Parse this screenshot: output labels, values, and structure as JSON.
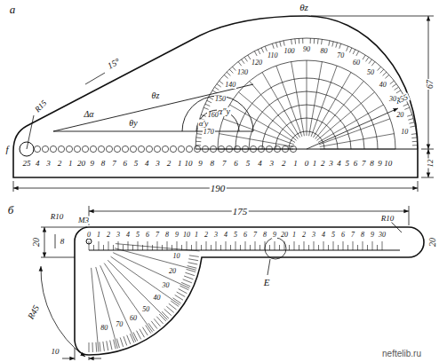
{
  "diagram": {
    "labels": [
      "а",
      "15°",
      "θz",
      "R15",
      "θz",
      "Δα",
      "α″y",
      "α′y",
      "θy",
      "f",
      "R55",
      "67",
      "12",
      "190",
      "25",
      "4",
      "3",
      "2",
      "1",
      "20",
      "9",
      "8",
      "7",
      "6",
      "5",
      "4",
      "3",
      "2",
      "1",
      "10",
      "9",
      "8",
      "7",
      "6",
      "5",
      "4",
      "3",
      "2",
      "1",
      "0",
      "1",
      "2",
      "3",
      "4",
      "5",
      "6",
      "7",
      "8",
      "9",
      "10",
      "170",
      "160",
      "150",
      "140",
      "130",
      "120",
      "110",
      "100",
      "90",
      "80",
      "70",
      "60",
      "50",
      "40",
      "30",
      "20",
      "10",
      "б",
      "175",
      "R10",
      "М3",
      "8",
      "20",
      "R45",
      "10",
      "E",
      "R10",
      "20",
      "0",
      "1",
      "2",
      "3",
      "4",
      "5",
      "6",
      "7",
      "8",
      "9",
      "10",
      "1",
      "2",
      "3",
      "4",
      "5",
      "6",
      "7",
      "8",
      "9",
      "20",
      "1",
      "2",
      "3",
      "4",
      "5",
      "6",
      "7",
      "8",
      "9",
      "30",
      "10",
      "20",
      "30",
      "40",
      "50",
      "60",
      "70",
      "80",
      "neftelib.ru"
    ]
  }
}
